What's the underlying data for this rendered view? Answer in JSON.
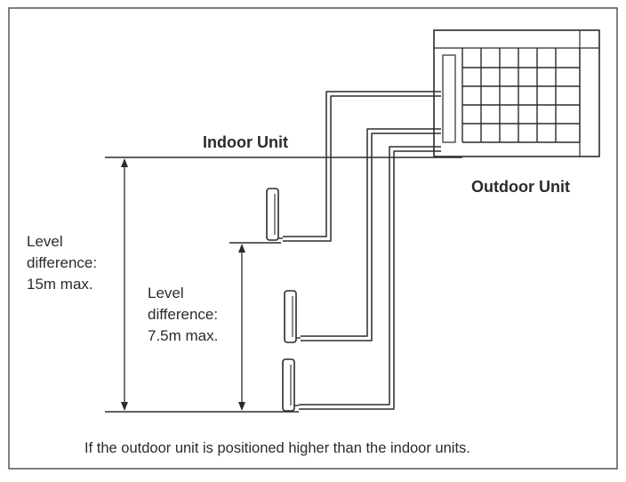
{
  "labels": {
    "indoor_unit": "Indoor Unit",
    "outdoor_unit": "Outdoor Unit",
    "level_15": [
      "Level",
      "difference:",
      "15m max."
    ],
    "level_7_5": [
      "Level",
      "difference:",
      "7.5m max."
    ],
    "caption": "If the outdoor unit is positioned higher than the indoor units."
  },
  "colors": {
    "line": "#2b2b2b",
    "frame": "#555555",
    "background": "#ffffff"
  }
}
